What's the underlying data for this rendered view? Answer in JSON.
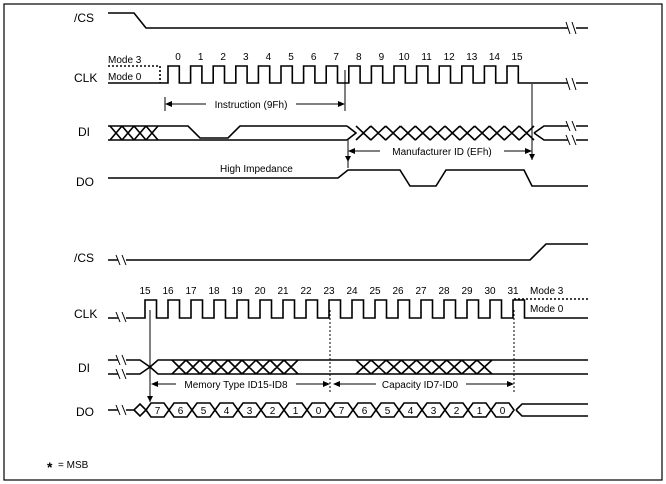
{
  "signals": {
    "cs": "/CS",
    "clk": "CLK",
    "di": "DI",
    "do": "DO"
  },
  "modes": {
    "mode3": "Mode 3",
    "mode0": "Mode 0"
  },
  "clock_numbers": {
    "top": [
      "0",
      "1",
      "2",
      "3",
      "4",
      "5",
      "6",
      "7",
      "8",
      "9",
      "10",
      "11",
      "12",
      "13",
      "14",
      "15"
    ],
    "bottom": [
      "15",
      "16",
      "17",
      "18",
      "19",
      "20",
      "21",
      "22",
      "23",
      "24",
      "25",
      "26",
      "27",
      "28",
      "29",
      "30",
      "31"
    ]
  },
  "annotations": {
    "instruction": "Instruction (9Fh)",
    "manufacturer": "Manufacturer ID (EFh)",
    "high_impedance": "High Impedance",
    "memory_type": "Memory Type ID15-ID8",
    "capacity": "Capacity ID7-ID0"
  },
  "do_bits": [
    "7",
    "6",
    "5",
    "4",
    "3",
    "2",
    "1",
    "0",
    "7",
    "6",
    "5",
    "4",
    "3",
    "2",
    "1",
    "0"
  ],
  "footnote": {
    "symbol": "*",
    "text": "= MSB"
  }
}
